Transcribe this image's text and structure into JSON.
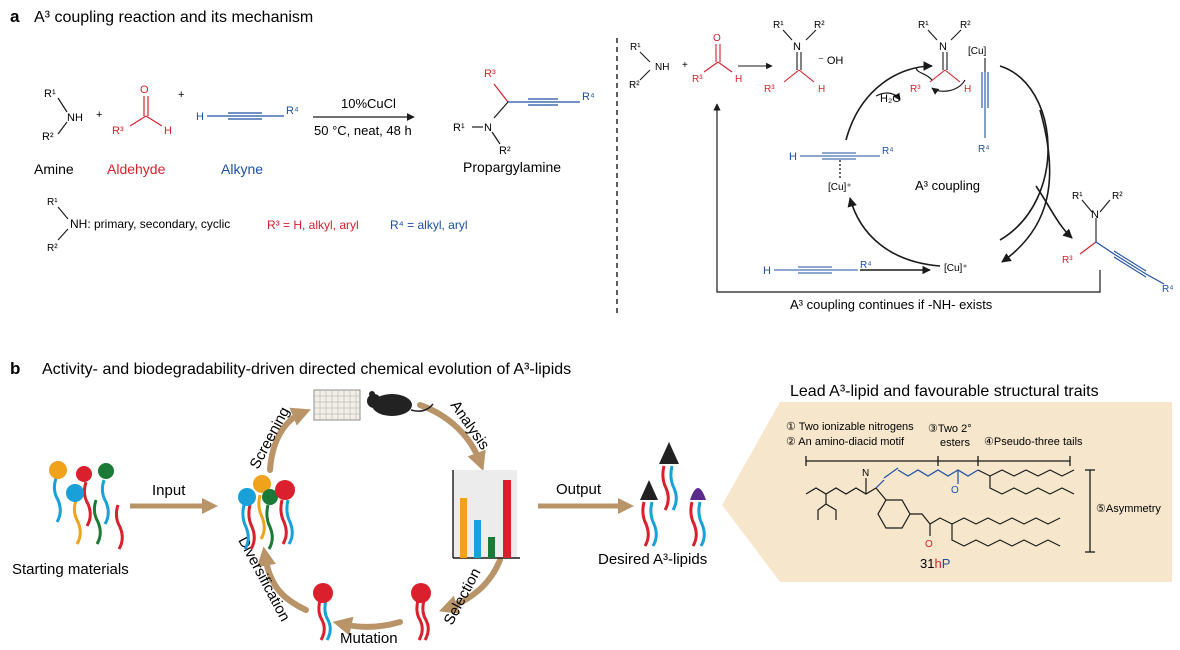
{
  "panel_a": {
    "letter": "a",
    "title": "A³ coupling reaction and its mechanism",
    "reagents": {
      "amine_name": "Amine",
      "aldehyde_name": "Aldehyde",
      "alkyne_name": "Alkyne",
      "product_name": "Propargylamine",
      "plus": "+",
      "nh": "NH",
      "r1": "R¹",
      "r2": "R²",
      "r3": "R³",
      "r4": "R⁴",
      "o": "O",
      "h": "H",
      "n": "N"
    },
    "conditions": {
      "catalyst": "10%CuCl",
      "details": "50 °C, neat, 48 h"
    },
    "scope": {
      "amine": "NH: primary, secondary, cyclic",
      "r3": "R³ = H, alkyl, aryl",
      "r4": "R⁴ = alkyl, aryl"
    },
    "mechanism": {
      "oh": "⁻ OH",
      "water": "H₂O",
      "cu": "[Cu]",
      "cu_plus": "[Cu]⁺",
      "center_label": "A³ coupling",
      "continue_label": "A³ coupling continues if -NH- exists"
    }
  },
  "panel_b": {
    "letter": "b",
    "title": "Activity- and biodegradability-driven directed chemical evolution of A³-lipids",
    "starting_materials": "Starting materials",
    "input": "Input",
    "output": "Output",
    "cycle": {
      "screening": "Screening",
      "analysis": "Analysis",
      "selection": "Selection",
      "mutation": "Mutation",
      "diversification": "Diversification"
    },
    "desired": "Desired A³-lipids",
    "lead_title": "Lead A³-lipid and favourable structural traits",
    "traits": [
      "① Two ionizable nitrogens",
      "② An amino-diacid motif",
      "③Two 2°",
      "esters",
      "④Pseudo-three tails",
      "⑤Asymmetry"
    ],
    "compound_prefix": "31",
    "compound_hl": "h",
    "compound_suffix": "P"
  },
  "colors": {
    "red": "#d9202c",
    "blue": "#1d4fa3",
    "tan": "#b89468",
    "panel_bg": "#f6e7cc",
    "orange": "#f0a21c",
    "cyan": "#1aa0d8",
    "green": "#1b7a37",
    "purple": "#5a2a8c"
  }
}
